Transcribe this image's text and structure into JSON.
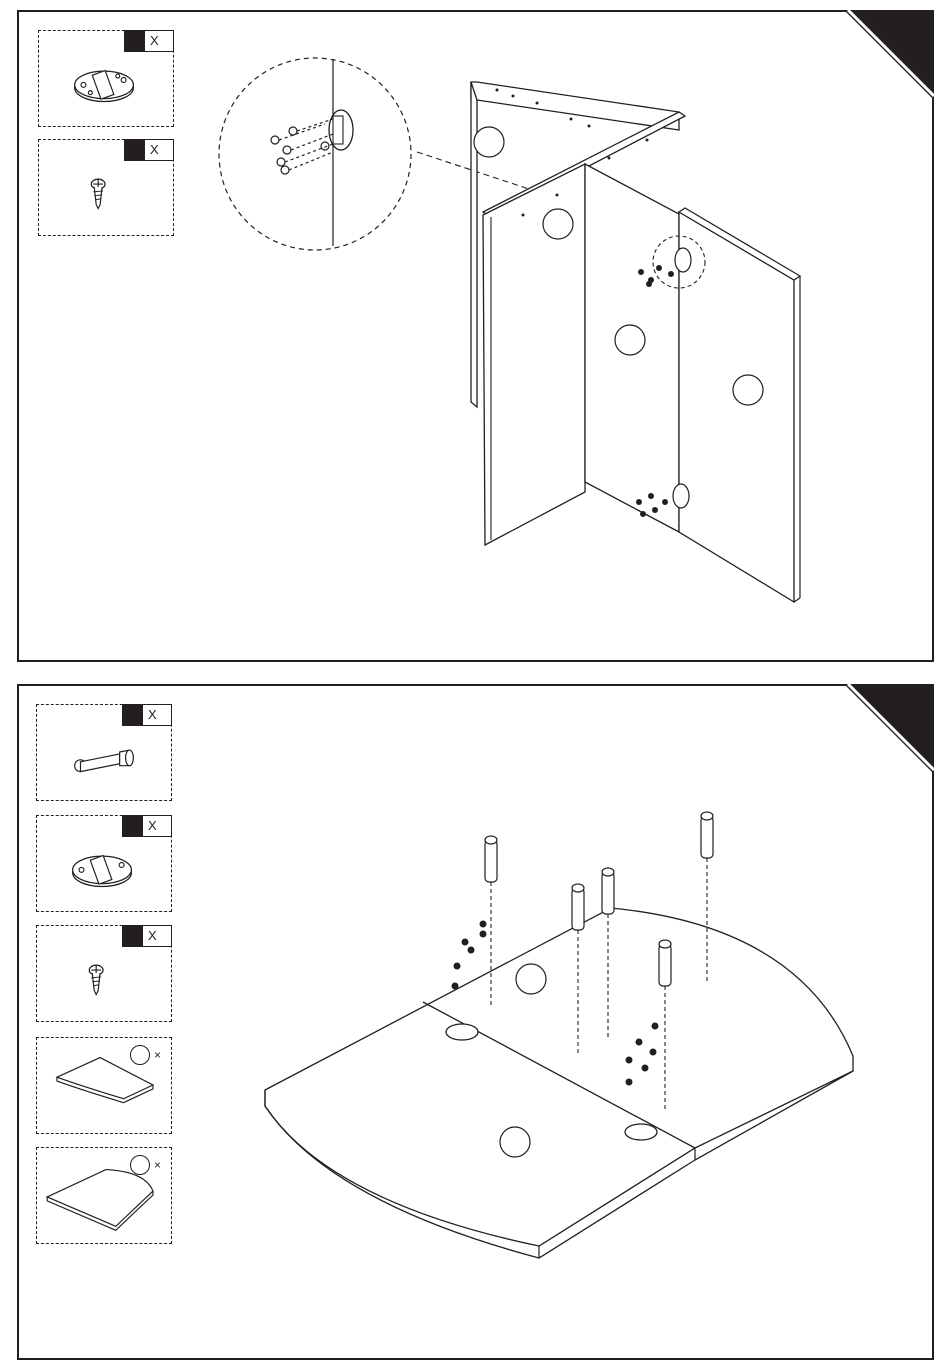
{
  "step1": {
    "parts": [
      {
        "icon": "hinge-plate-icon",
        "qty_text": "X"
      },
      {
        "icon": "screw-icon",
        "qty_text": "X"
      }
    ]
  },
  "step2": {
    "parts": [
      {
        "icon": "cam-bolt-icon",
        "qty_text": "X"
      },
      {
        "icon": "hinge-plate-icon",
        "qty_text": "X"
      },
      {
        "icon": "screw-icon",
        "qty_text": "X"
      },
      {
        "icon": "quarter-round-panel-icon",
        "qty_text": "×"
      },
      {
        "icon": "half-round-panel-icon",
        "qty_text": "×"
      }
    ]
  },
  "colors": {
    "ink": "#231f20",
    "paper": "#ffffff"
  }
}
